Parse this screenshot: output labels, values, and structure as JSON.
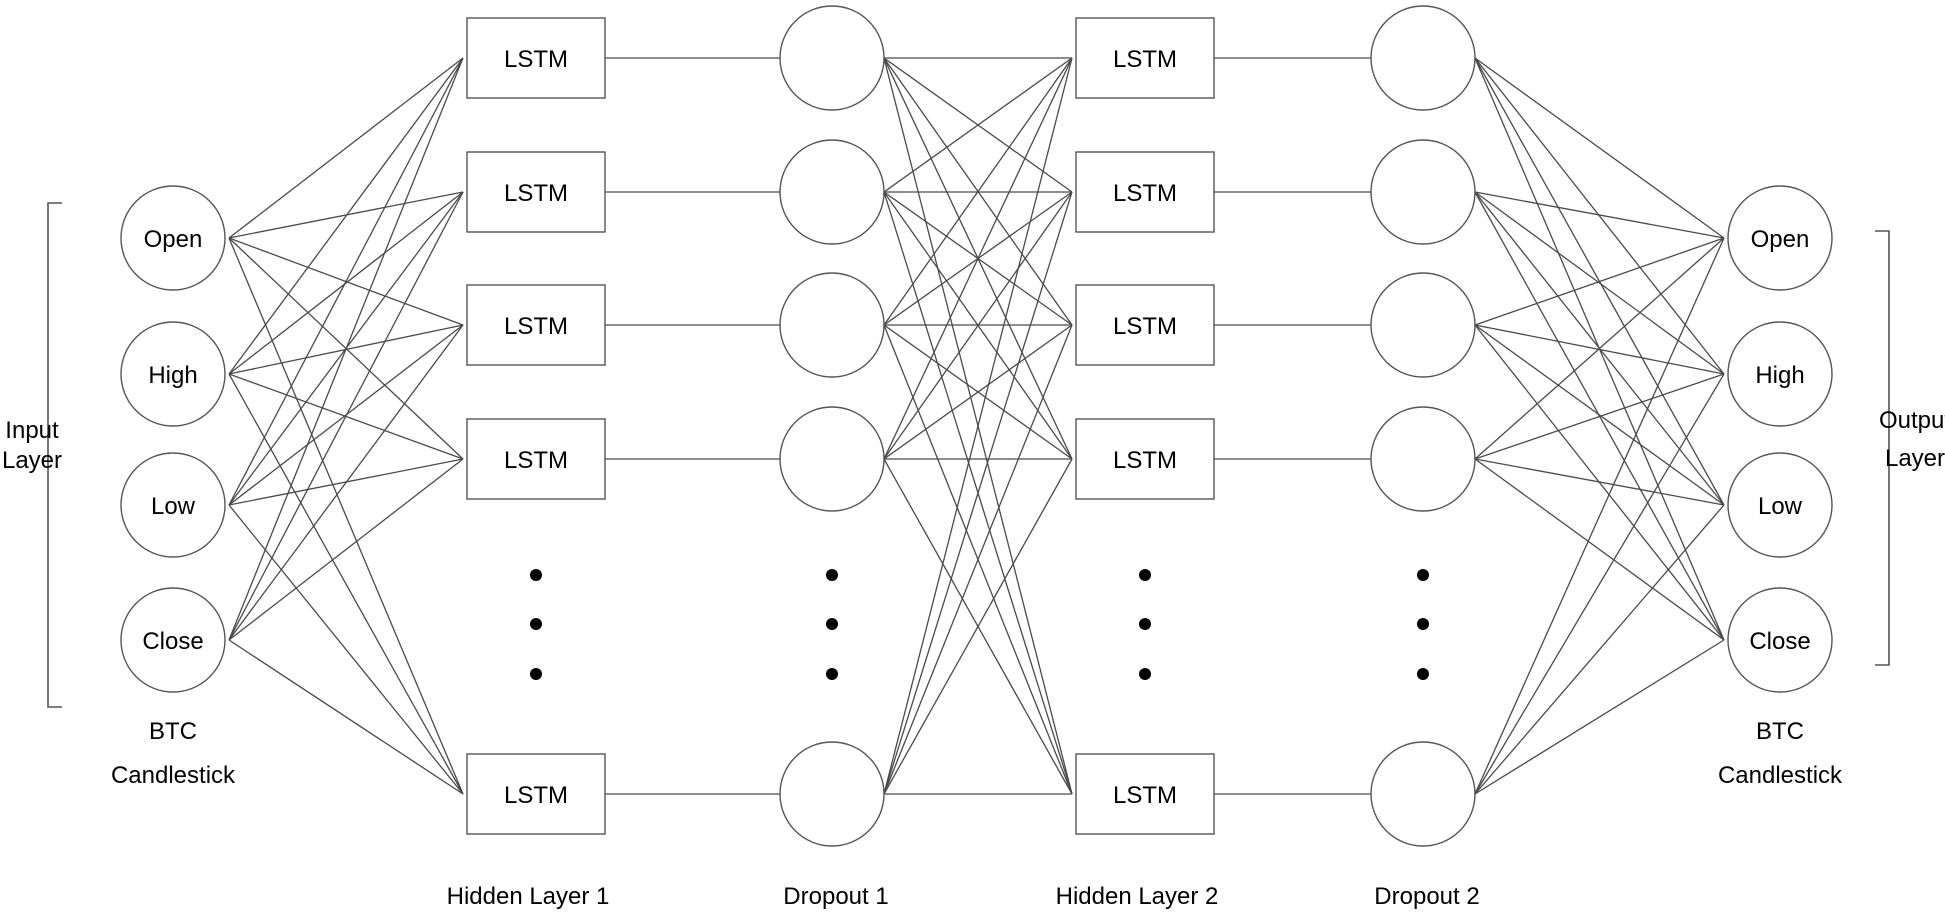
{
  "input_layer": {
    "label_lines": [
      "Input",
      "Layer"
    ],
    "nodes": [
      "Open",
      "High",
      "Low",
      "Close"
    ],
    "caption_lines": [
      "BTC",
      "Candlestick"
    ]
  },
  "hidden_layer_1": {
    "caption": "Hidden Layer 1",
    "cell_label": "LSTM"
  },
  "dropout_1": {
    "caption": "Dropout 1"
  },
  "hidden_layer_2": {
    "caption": "Hidden Layer 2",
    "cell_label": "LSTM"
  },
  "dropout_2": {
    "caption": "Dropout 2"
  },
  "output_layer": {
    "label_lines": [
      "Output",
      "Layer"
    ],
    "nodes": [
      "Open",
      "High",
      "Low",
      "Close"
    ],
    "caption_lines": [
      "BTC",
      "Candlestick"
    ]
  }
}
